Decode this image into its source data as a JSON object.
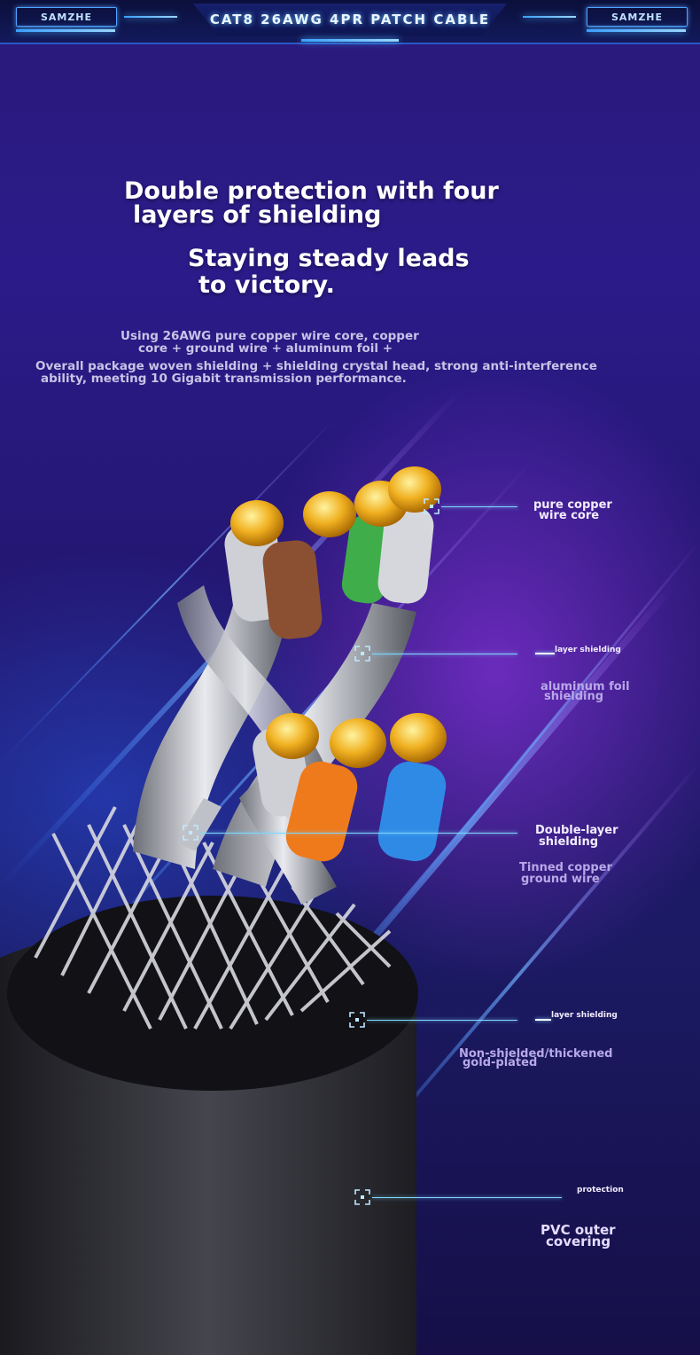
{
  "header": {
    "brand_left": "SAMZHE",
    "brand_right": "SAMZHE",
    "title": "CAT8 26AWG 4PR PATCH CABLE"
  },
  "headline": {
    "line1": "Double protection with four",
    "line2": "layers of shielding",
    "line3": "Staying steady leads",
    "line4": "to victory."
  },
  "description": {
    "line1": "Using 26AWG pure copper wire core, copper",
    "line2": "core + ground wire + aluminum foil +",
    "line3": "Overall package woven shielding + shielding crystal head, strong anti-interference",
    "line4": "ability, meeting 10 Gigabit transmission performance."
  },
  "callouts": {
    "copper_line1": "pure copper",
    "copper_line2": "wire core",
    "layer_shielding_1": "layer shielding",
    "aluminum_line1": "aluminum foil",
    "aluminum_line2": "shielding",
    "double_line1": "Double-layer",
    "double_line2": "shielding",
    "tinned_line1": "Tinned copper",
    "tinned_line2": "ground wire",
    "layer_shielding_2": "layer shielding",
    "nonshielded_line1": "Non-shielded/thickened",
    "nonshielded_line2": "gold-plated",
    "protection": "protection",
    "pvc_line1": "PVC outer",
    "pvc_line2": "covering"
  },
  "colors": {
    "accent": "#7fd8ff",
    "background_top": "#2a1a7a",
    "glow_purple": "#a83cff"
  }
}
